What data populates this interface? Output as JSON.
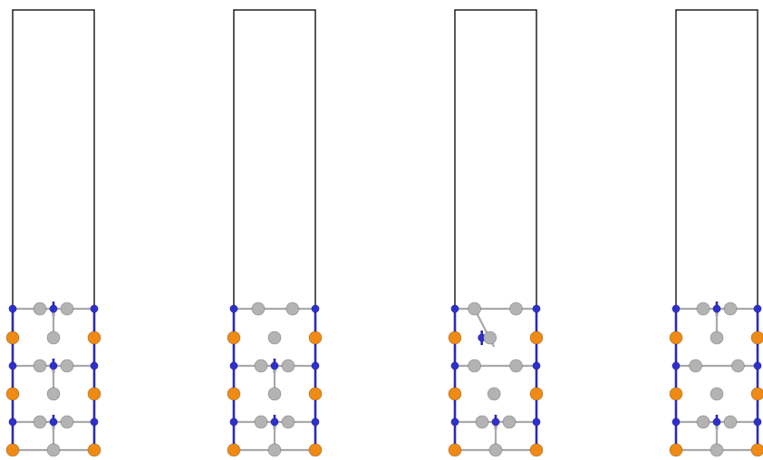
{
  "figure": {
    "panel_count": 4,
    "colors": {
      "cell_outline": "#111111",
      "gray_atom": "#b3b3b3",
      "blue_atom": "#2f2fd0",
      "orange_atom": "#ef8a14",
      "bond_gray": "#a9a9a9",
      "bond_blue": "#2a2ab8"
    },
    "atom_types": [
      "gray-atom",
      "blue-atom",
      "orange-atom"
    ],
    "panel_variants": [
      "intact",
      "vacancy-top",
      "distorted",
      "vacancy-middle"
    ]
  }
}
